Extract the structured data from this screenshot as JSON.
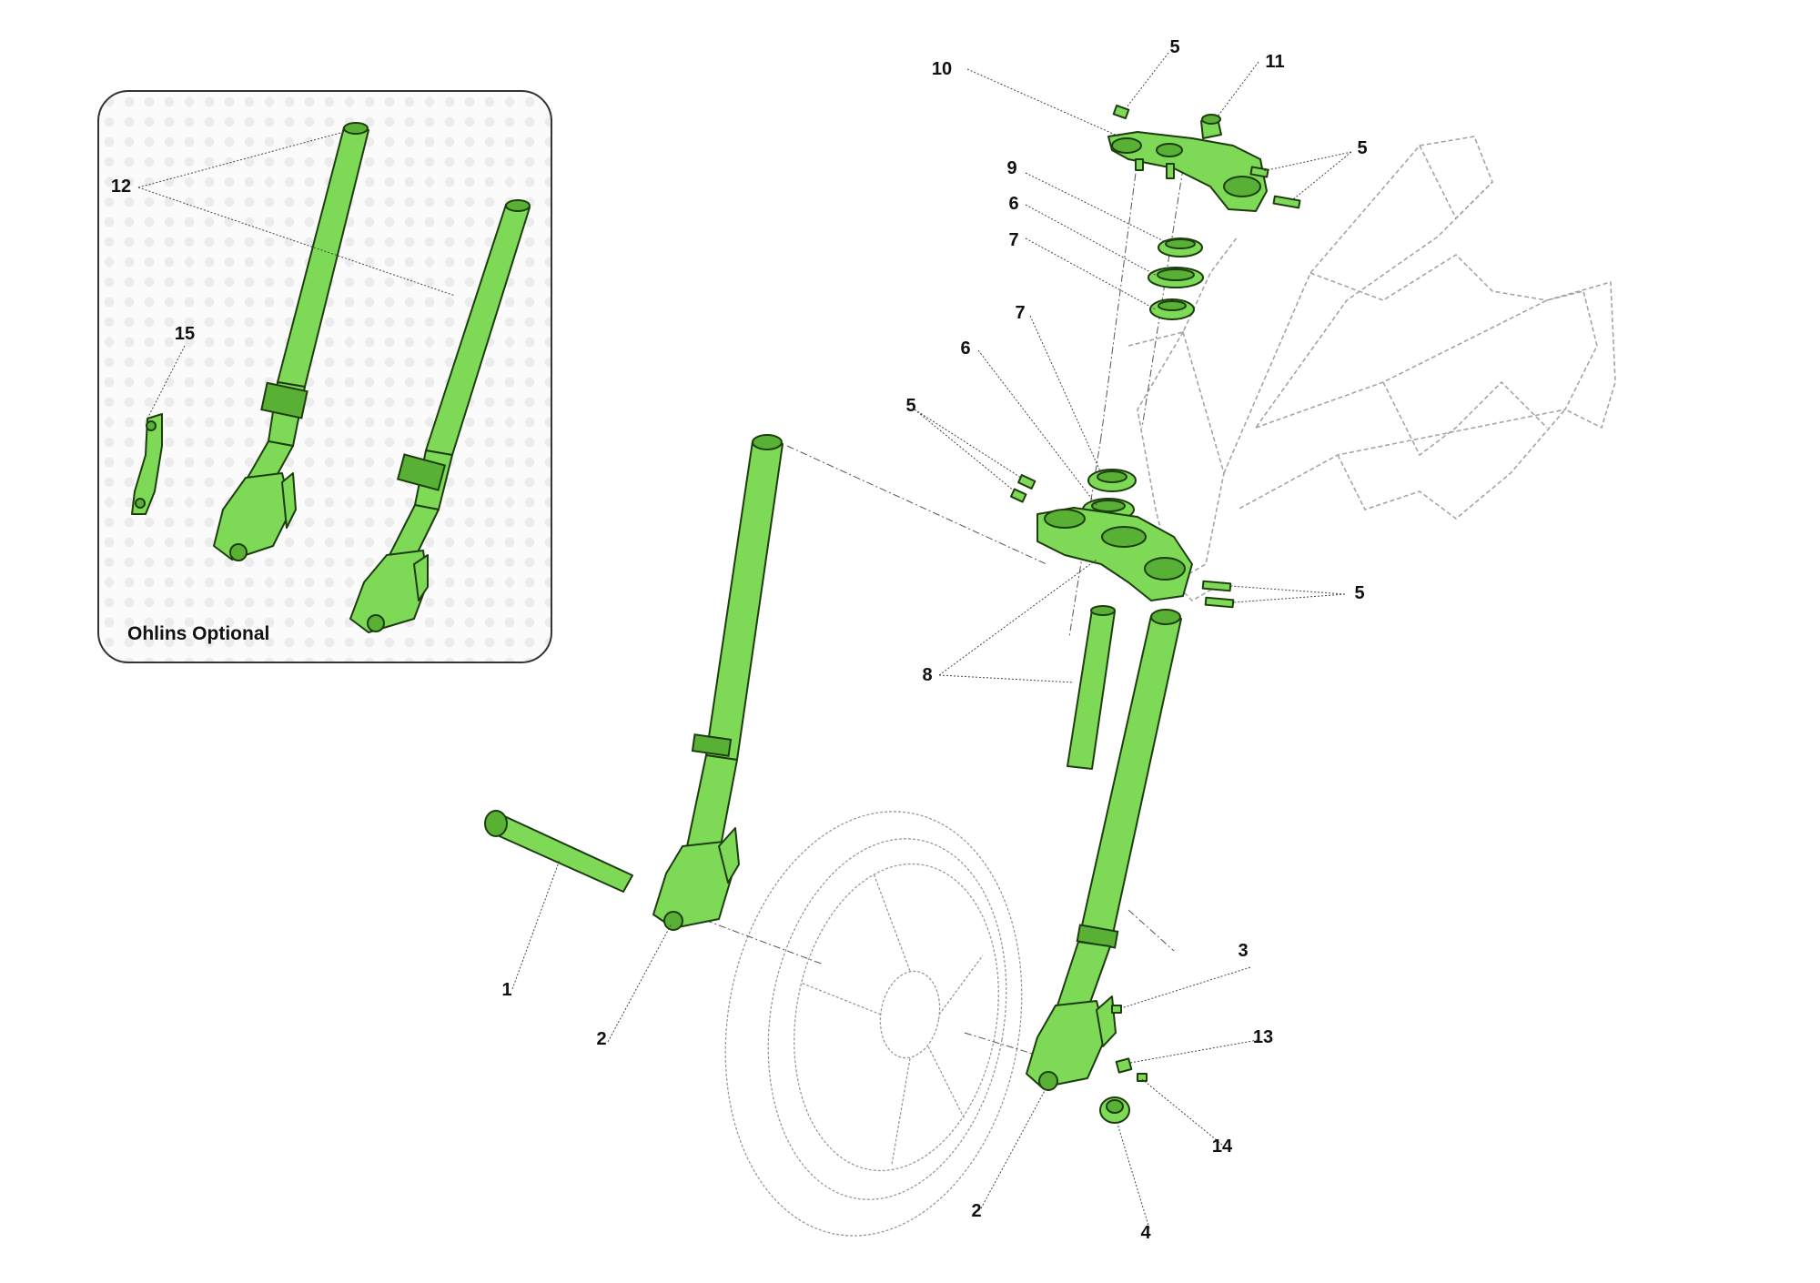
{
  "inset": {
    "label": "Ohlins Optional"
  },
  "callouts": [
    {
      "id": "c10",
      "text": "10"
    },
    {
      "id": "c5a",
      "text": "5"
    },
    {
      "id": "c11",
      "text": "11"
    },
    {
      "id": "c5b",
      "text": "5"
    },
    {
      "id": "c9",
      "text": "9"
    },
    {
      "id": "c6a",
      "text": "6"
    },
    {
      "id": "c7a",
      "text": "7"
    },
    {
      "id": "c7b",
      "text": "7"
    },
    {
      "id": "c6b",
      "text": "6"
    },
    {
      "id": "c5c",
      "text": "5"
    },
    {
      "id": "c5d",
      "text": "5"
    },
    {
      "id": "c8",
      "text": "8"
    },
    {
      "id": "c12",
      "text": "12"
    },
    {
      "id": "c15",
      "text": "15"
    },
    {
      "id": "c1",
      "text": "1"
    },
    {
      "id": "c2a",
      "text": "2"
    },
    {
      "id": "c3",
      "text": "3"
    },
    {
      "id": "c13",
      "text": "13"
    },
    {
      "id": "c14",
      "text": "14"
    },
    {
      "id": "c2b",
      "text": "2"
    },
    {
      "id": "c4",
      "text": "4"
    }
  ],
  "colors": {
    "part": "#7ed957",
    "part_dark": "#3d8a1f",
    "outline": "#1d3d0f",
    "frame": "#9a9a9a",
    "leader": "#333333"
  }
}
